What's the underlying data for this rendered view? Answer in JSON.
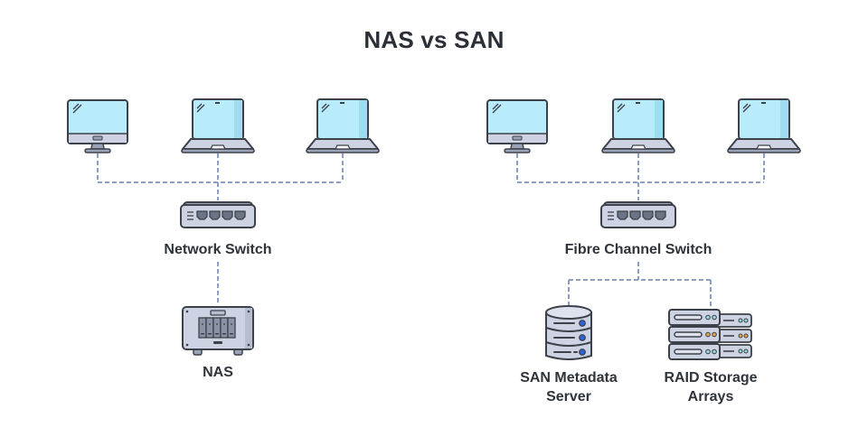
{
  "title": "NAS vs SAN",
  "colors": {
    "outline": "#3d4149",
    "screen": "#b8ecfb",
    "screen_shade": "#9fdcef",
    "device_body": "#cdd3e3",
    "device_dark": "#9aa3b7",
    "connector": "#7e93c0",
    "led_blue": "#2b63d9",
    "led_teal": "#8fd7e3",
    "led_amber": "#e4a93a"
  },
  "nas_side": {
    "clients": [
      {
        "type": "desktop",
        "name": "Desktop"
      },
      {
        "type": "laptop",
        "name": "Laptop"
      },
      {
        "type": "laptop",
        "name": "Laptop"
      }
    ],
    "switch_label": "Network Switch",
    "storage_label": "NAS"
  },
  "san_side": {
    "clients": [
      {
        "type": "desktop",
        "name": "Desktop"
      },
      {
        "type": "laptop",
        "name": "Laptop"
      },
      {
        "type": "laptop",
        "name": "Laptop"
      }
    ],
    "switch_label": "Fibre Channel Switch",
    "storage": [
      {
        "label_line1": "SAN Metadata",
        "label_line2": "Server"
      },
      {
        "label_line1": "RAID Storage",
        "label_line2": "Arrays"
      }
    ]
  }
}
